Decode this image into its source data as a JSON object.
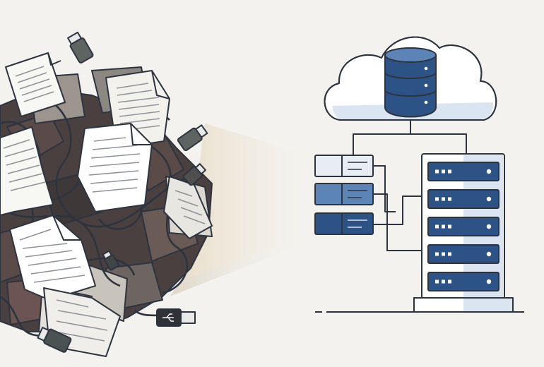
{
  "illustration": {
    "left_group": "cluttered-physical-storage",
    "right_group": "organized-cloud-storage",
    "icons": [
      "document-icon",
      "usb-drive-icon",
      "cable-icon",
      "cloud-icon",
      "database-icon",
      "server-rack-icon",
      "storage-module-icon"
    ]
  },
  "storage_modules": [
    {
      "name": "light"
    },
    {
      "name": "mid"
    },
    {
      "name": "dark"
    }
  ],
  "server_units": 5,
  "colors": {
    "background": "#f3f2ee",
    "outline": "#2d3440",
    "navy": "#2d5386",
    "mid_blue": "#5d84b7",
    "light_blue": "#dbe5f1",
    "cloud_fill": "#ffffff",
    "paper": "#f7f7f4",
    "clutter_dark": "#4a4040",
    "clutter_brown": "#5a4b48",
    "usb_gray": "#5d6462",
    "beam": "#efe7d9"
  }
}
